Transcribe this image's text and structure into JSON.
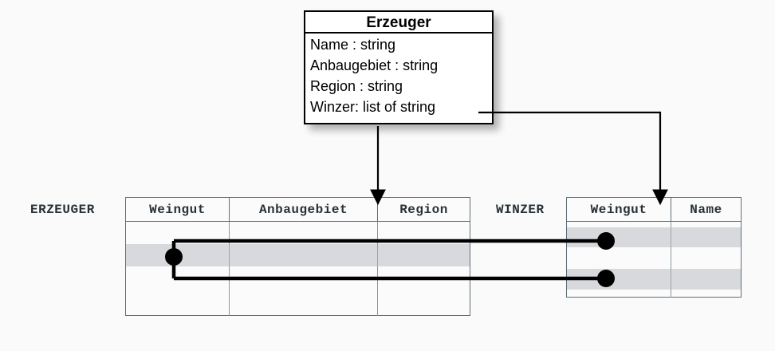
{
  "diagram": {
    "title": "Erzeuger to relational tables mapping",
    "background_color": "#fafafa",
    "shaded_row_color": "#d8d9dc",
    "line_color": "#000000",
    "table_border_color": "#607076"
  },
  "uml_class": {
    "name": "Erzeuger",
    "attributes": [
      {
        "label": "Name : string"
      },
      {
        "label": "Anbaugebiet : string"
      },
      {
        "label": "Region : string"
      },
      {
        "label": "Winzer: list of string"
      }
    ]
  },
  "tables": [
    {
      "name": "ERZEUGER",
      "columns": [
        "Weingut",
        "Anbaugebiet",
        "Region"
      ],
      "rows": [
        {
          "cells": [
            "",
            "",
            ""
          ],
          "shaded": false
        },
        {
          "cells": [
            "",
            "",
            ""
          ],
          "shaded": true
        },
        {
          "cells": [
            "",
            "",
            ""
          ],
          "shaded": false
        },
        {
          "cells": [
            "",
            "",
            ""
          ],
          "shaded": false
        }
      ]
    },
    {
      "name": "WINZER",
      "columns": [
        "Weingut",
        "Name"
      ],
      "rows": [
        {
          "cells": [
            "",
            ""
          ],
          "shaded": true
        },
        {
          "cells": [
            "",
            ""
          ],
          "shaded": false
        },
        {
          "cells": [
            "",
            ""
          ],
          "shaded": true
        }
      ]
    }
  ],
  "connectors": {
    "arrow_to_erzeuger": "arrow-down-icon",
    "arrow_to_winzer": "arrow-down-icon",
    "link_dots": 3
  }
}
